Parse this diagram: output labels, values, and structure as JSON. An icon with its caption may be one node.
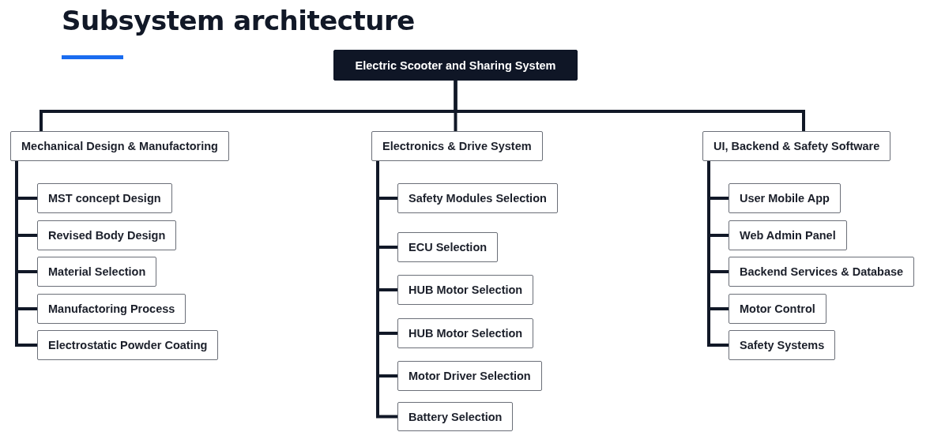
{
  "diagram": {
    "title": "Subsystem architecture",
    "nodes": [
      {
        "text": [
          "Electric Scooter and Sharing System"
        ]
      },
      {
        "text": [
          "Mechanical Design & Manufactoring"
        ]
      },
      {
        "text": [
          "Electronics  & Drive System"
        ]
      },
      {
        "text": [
          "UI, Backend & Safety Software"
        ]
      },
      {
        "text": [
          "MST concept Design"
        ]
      },
      {
        "text": [
          "Revised  Body Design"
        ]
      },
      {
        "text": [
          "Material Selection"
        ]
      },
      {
        "text": [
          "Manufactoring Process"
        ]
      },
      {
        "text": [
          "Electrostatic Powder Coating"
        ]
      },
      {
        "text": [
          "Safety Modules Selection"
        ]
      },
      {
        "text": [
          "ECU Selection"
        ]
      },
      {
        "text": [
          "HUB Motor Selection"
        ]
      },
      {
        "text": [
          "HUB Motor Selection"
        ]
      },
      {
        "text": [
          "Motor Driver Selection"
        ]
      },
      {
        "text": [
          "Battery Selection"
        ]
      },
      {
        "text": [
          "User Mobile App"
        ]
      },
      {
        "text": [
          "Web Admin Panel"
        ]
      },
      {
        "text": [
          "Backend Services & Database"
        ]
      },
      {
        "text": [
          "Motor Control"
        ]
      },
      {
        "text": [
          "Safety Systems"
        ]
      }
    ],
    "edges": [
      {
        "from": 0,
        "to": 1,
        "arrow": "none"
      },
      {
        "from": 0,
        "to": 2,
        "arrow": "none"
      },
      {
        "from": 0,
        "to": 3,
        "arrow": "none"
      },
      {
        "from": 1,
        "to": 4,
        "arrow": "none"
      },
      {
        "from": 1,
        "to": 5,
        "arrow": "none"
      },
      {
        "from": 1,
        "to": 6,
        "arrow": "none"
      },
      {
        "from": 1,
        "to": 7,
        "arrow": "none"
      },
      {
        "from": 1,
        "to": 8,
        "arrow": "none"
      },
      {
        "from": 2,
        "to": 9,
        "arrow": "none"
      },
      {
        "from": 2,
        "to": 10,
        "arrow": "none"
      },
      {
        "from": 2,
        "to": 11,
        "arrow": "none"
      },
      {
        "from": 2,
        "to": 12,
        "arrow": "none"
      },
      {
        "from": 2,
        "to": 13,
        "arrow": "none"
      },
      {
        "from": 2,
        "to": 14,
        "arrow": "none"
      },
      {
        "from": 3,
        "to": 15,
        "arrow": "none"
      },
      {
        "from": 3,
        "to": 16,
        "arrow": "none"
      },
      {
        "from": 3,
        "to": 17,
        "arrow": "none"
      },
      {
        "from": 3,
        "to": 18,
        "arrow": "none"
      },
      {
        "from": 3,
        "to": 19,
        "arrow": "none"
      }
    ]
  }
}
